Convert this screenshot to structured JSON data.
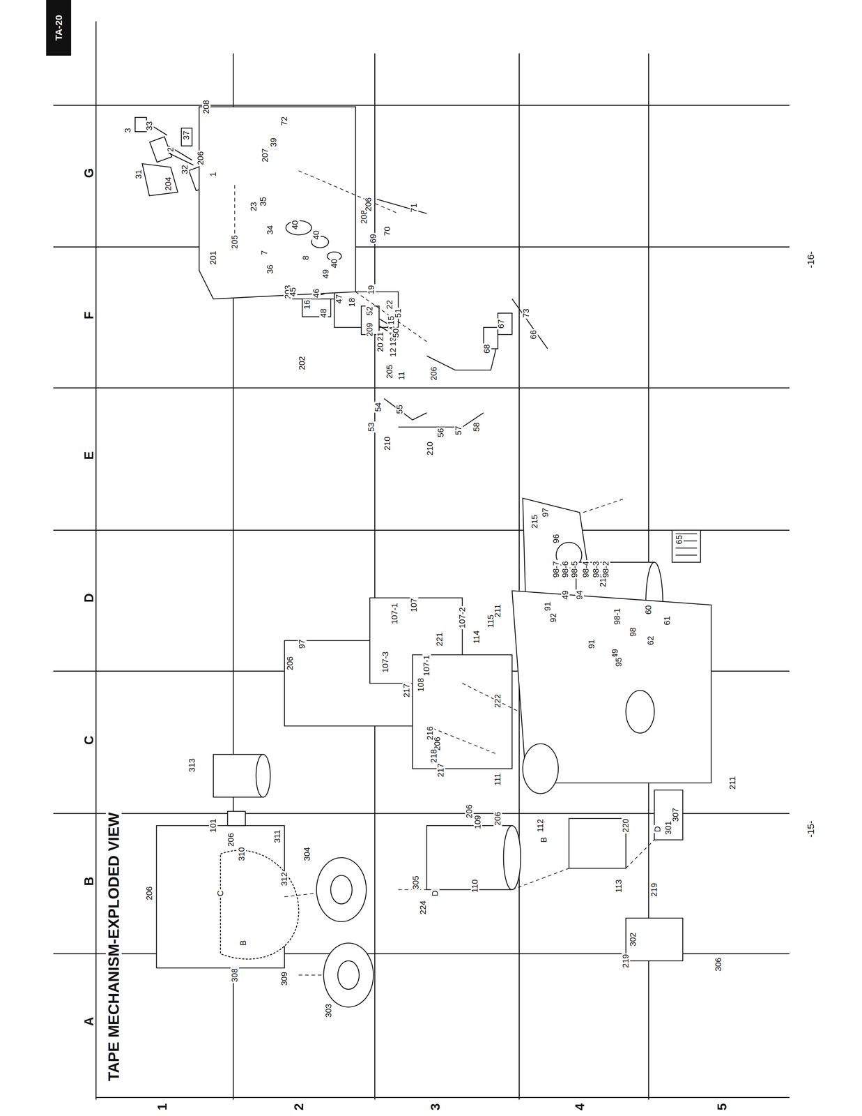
{
  "diagram": {
    "title": "TAPE MECHANISM-EXPLODED VIEW",
    "nodes": [
      {
        "text": [
          "TA-20"
        ]
      }
    ],
    "labels": [
      "A",
      "B",
      "C",
      "D",
      "E",
      "F",
      "G",
      "1",
      "2",
      "3",
      "4",
      "5",
      "-15-",
      "-16-",
      "1",
      "2",
      "3",
      "201",
      "7",
      "8",
      "203",
      "16",
      "18",
      "19",
      "202",
      "11",
      "12",
      "13",
      "14",
      "15",
      "20",
      "21",
      "22",
      "209",
      "205",
      "23",
      "34",
      "35",
      "205",
      "31",
      "204",
      "32",
      "33",
      "206",
      "37",
      "36",
      "207",
      "39",
      "45",
      "46",
      "47",
      "48",
      "49",
      "40",
      "40",
      "40",
      "72",
      "208",
      "208",
      "206",
      "51",
      "50",
      "52",
      "53",
      "54",
      "55",
      "210",
      "210",
      "56",
      "57",
      "58",
      "69",
      "70",
      "71",
      "206",
      "68",
      "67",
      "66",
      "73",
      "215",
      "97",
      "96",
      "91",
      "92",
      "49",
      "94",
      "91",
      "49",
      "215",
      "95",
      "62",
      "61",
      "60",
      "98-7",
      "98-6",
      "98-5",
      "98-4",
      "98-3",
      "98-2",
      "98-1",
      "98",
      "65",
      "206",
      "97",
      "107-3",
      "107-1",
      "107",
      "107-1",
      "107-2",
      "216",
      "206",
      "217",
      "108",
      "221",
      "114",
      "115",
      "211",
      "217",
      "218",
      "222",
      "211",
      "206",
      "109",
      "111",
      "206",
      "112",
      "B",
      "113",
      "220",
      "219",
      "301",
      "307",
      "D",
      "302",
      "219",
      "306",
      "110",
      "305",
      "D",
      "224",
      "313",
      "101",
      "206",
      "310",
      "311",
      "312",
      "304",
      "206",
      "308",
      "309",
      "B",
      "C",
      "303"
    ]
  }
}
